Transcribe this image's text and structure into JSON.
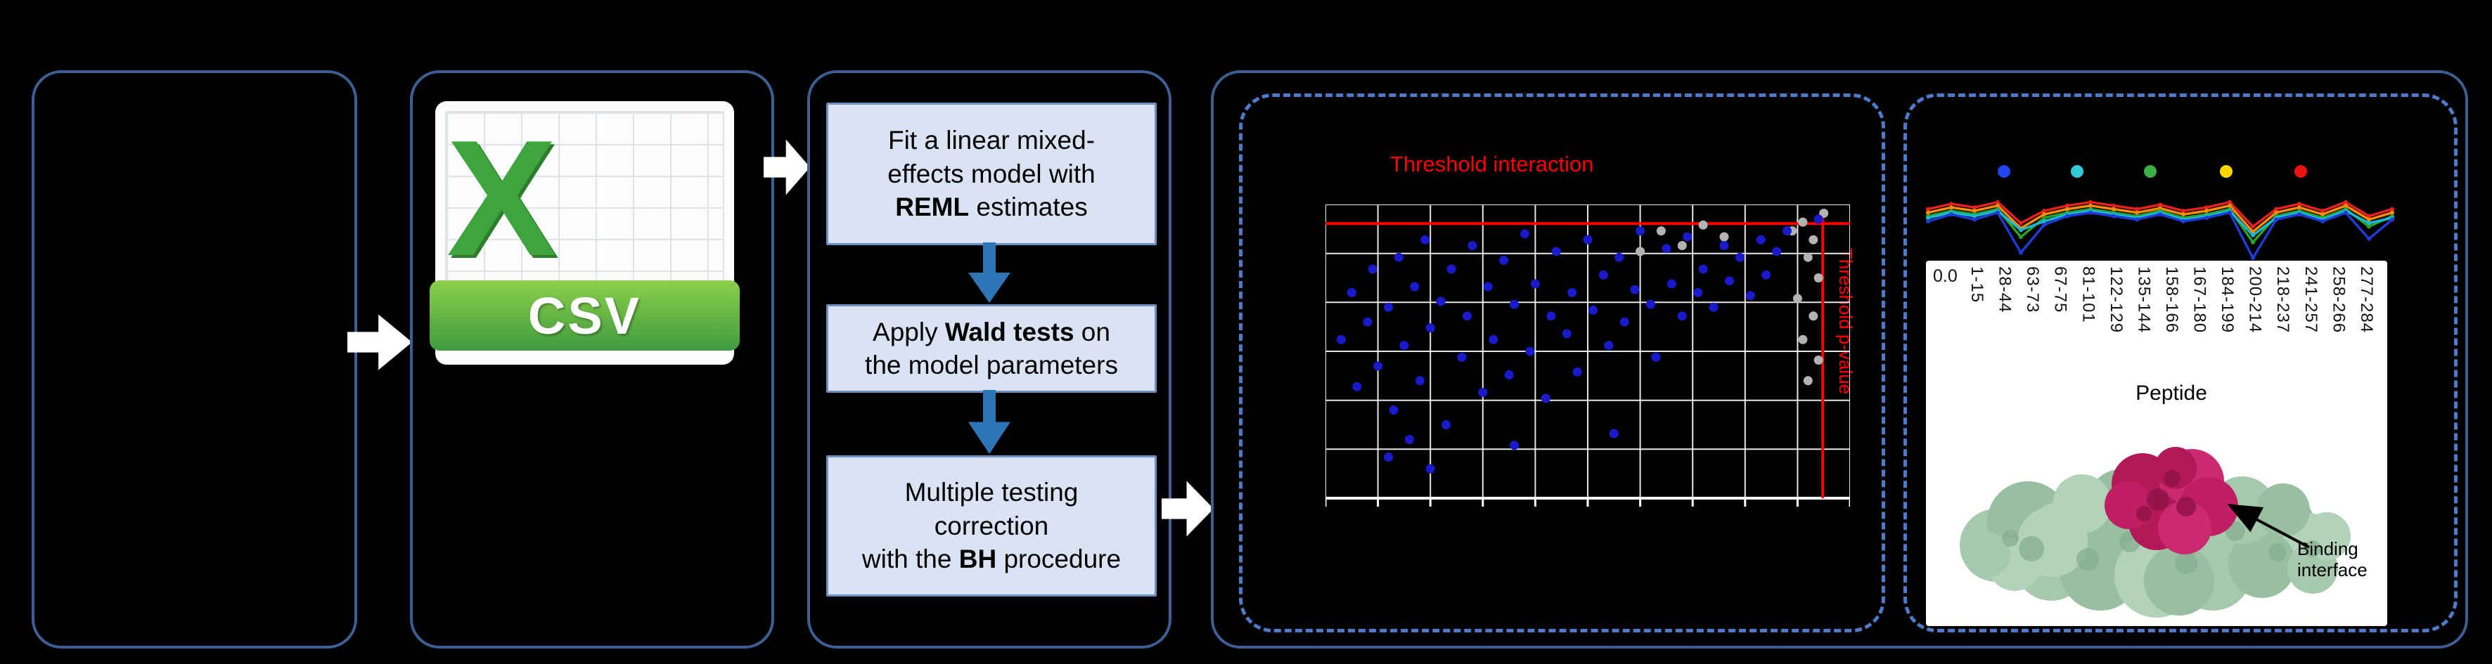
{
  "figure": {
    "background": "#000000"
  },
  "csv": {
    "x_label": "X",
    "label": "CSV"
  },
  "flow": {
    "steps": [
      {
        "lines": [
          [
            {
              "t": "Fit a linear mixed-"
            }
          ],
          [
            {
              "t": "effects model with"
            }
          ],
          [
            {
              "t": "REML",
              "b": true
            },
            {
              "t": " estimates"
            }
          ]
        ]
      },
      {
        "lines": [
          [
            {
              "t": "Apply "
            },
            {
              "t": "Wald tests",
              "b": true
            },
            {
              "t": " on"
            }
          ],
          [
            {
              "t": "the model parameters"
            }
          ]
        ]
      },
      {
        "lines": [
          [
            {
              "t": "Multiple testing"
            }
          ],
          [
            {
              "t": "correction"
            }
          ],
          [
            {
              "t": "with the "
            },
            {
              "t": "BH",
              "b": true
            },
            {
              "t": " procedure"
            }
          ]
        ]
      }
    ]
  },
  "scatter": {
    "title": "Threshold interaction",
    "side_label": "Threshold p-value",
    "line_color": "#ff0000",
    "blue_color": "#1a1acd",
    "gray_color": "#b3b3b3",
    "grid": {
      "v_lines": 11,
      "h_lines": 7
    },
    "hline_y_pct": 6.5,
    "vline_x_pct": 94.8,
    "blue_points": [
      [
        3,
        46
      ],
      [
        5,
        30
      ],
      [
        6,
        62
      ],
      [
        8,
        40
      ],
      [
        9,
        22
      ],
      [
        10,
        55
      ],
      [
        12,
        35
      ],
      [
        13,
        70
      ],
      [
        14,
        18
      ],
      [
        15,
        48
      ],
      [
        17,
        28
      ],
      [
        18,
        60
      ],
      [
        19,
        12
      ],
      [
        20,
        42
      ],
      [
        22,
        33
      ],
      [
        23,
        75
      ],
      [
        24,
        22
      ],
      [
        26,
        52
      ],
      [
        27,
        38
      ],
      [
        28,
        14
      ],
      [
        30,
        64
      ],
      [
        31,
        28
      ],
      [
        32,
        46
      ],
      [
        34,
        19
      ],
      [
        35,
        58
      ],
      [
        36,
        34
      ],
      [
        38,
        10
      ],
      [
        39,
        50
      ],
      [
        40,
        27
      ],
      [
        42,
        66
      ],
      [
        43,
        38
      ],
      [
        44,
        16
      ],
      [
        46,
        44
      ],
      [
        47,
        30
      ],
      [
        48,
        57
      ],
      [
        50,
        12
      ],
      [
        51,
        36
      ],
      [
        53,
        24
      ],
      [
        54,
        48
      ],
      [
        56,
        18
      ],
      [
        57,
        40
      ],
      [
        59,
        29
      ],
      [
        60,
        9
      ],
      [
        62,
        34
      ],
      [
        63,
        52
      ],
      [
        65,
        15
      ],
      [
        66,
        27
      ],
      [
        68,
        38
      ],
      [
        69,
        11
      ],
      [
        71,
        30
      ],
      [
        72,
        22
      ],
      [
        74,
        35
      ],
      [
        76,
        14
      ],
      [
        77,
        26
      ],
      [
        79,
        18
      ],
      [
        81,
        31
      ],
      [
        83,
        12
      ],
      [
        84,
        24
      ],
      [
        86,
        16
      ],
      [
        88,
        9
      ],
      [
        94,
        5
      ],
      [
        12,
        86
      ],
      [
        16,
        80
      ],
      [
        20,
        90
      ],
      [
        36,
        82
      ],
      [
        55,
        78
      ]
    ],
    "gray_points": [
      [
        91,
        6
      ],
      [
        93,
        12
      ],
      [
        95,
        3
      ],
      [
        89,
        9
      ],
      [
        92,
        18
      ],
      [
        94,
        25
      ],
      [
        90,
        32
      ],
      [
        93,
        38
      ],
      [
        91,
        46
      ],
      [
        94,
        53
      ],
      [
        92,
        60
      ],
      [
        64,
        9
      ],
      [
        68,
        14
      ],
      [
        72,
        7
      ],
      [
        76,
        11
      ],
      [
        60,
        16
      ]
    ]
  },
  "peptide_chart": {
    "ytick": "0.0",
    "xlabel": "Peptide",
    "labels": [
      "1-15",
      "28-44",
      "63-73",
      "67-75",
      "81-101",
      "122-129",
      "135-144",
      "158-166",
      "167-180",
      "184-199",
      "200-214",
      "218-237",
      "241-257",
      "258-266",
      "277-284"
    ],
    "dot_colors": [
      "#2244ee",
      "#30c9d6",
      "#3cb043",
      "#ffd500",
      "#ef1010"
    ],
    "series": [
      {
        "color": "#e8211d",
        "values": [
          36,
          30,
          34,
          28,
          52,
          38,
          32,
          28,
          32,
          36,
          31,
          38,
          34,
          28,
          56,
          36,
          30,
          38,
          28,
          44,
          36
        ]
      },
      {
        "color": "#ff8c00",
        "values": [
          40,
          34,
          38,
          32,
          58,
          42,
          36,
          32,
          36,
          40,
          35,
          42,
          38,
          32,
          62,
          40,
          34,
          42,
          32,
          48,
          40
        ]
      },
      {
        "color": "#2ca02c",
        "values": [
          44,
          38,
          42,
          36,
          68,
          46,
          40,
          36,
          40,
          44,
          38,
          46,
          42,
          36,
          74,
          44,
          38,
          46,
          36,
          56,
          44
        ]
      },
      {
        "color": "#19b8d0",
        "values": [
          46,
          40,
          44,
          38,
          60,
          50,
          42,
          38,
          42,
          46,
          40,
          48,
          44,
          38,
          66,
          46,
          40,
          48,
          38,
          52,
          46
        ]
      },
      {
        "color": "#1f3bd4",
        "values": [
          50,
          42,
          48,
          40,
          86,
          54,
          44,
          40,
          44,
          48,
          42,
          50,
          46,
          40,
          92,
          48,
          42,
          50,
          40,
          70,
          48
        ]
      }
    ]
  },
  "annotation": {
    "line1": "Binding",
    "line2": "interface"
  }
}
